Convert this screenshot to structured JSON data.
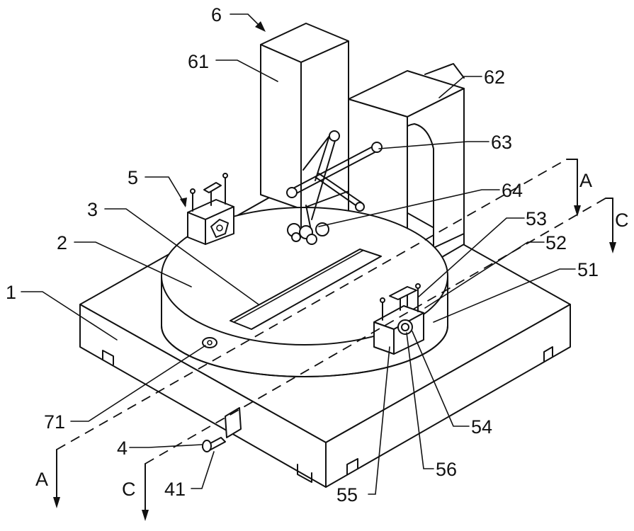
{
  "labels": {
    "l1": "1",
    "l2": "2",
    "l3": "3",
    "l4": "4",
    "l41": "41",
    "l5": "5",
    "l51": "51",
    "l52": "52",
    "l53": "53",
    "l54": "54",
    "l55": "55",
    "l56": "56",
    "l6": "6",
    "l61": "61",
    "l62": "62",
    "l63": "63",
    "l64": "64",
    "l71": "71"
  },
  "section_marks": {
    "a_top": "A",
    "a_bottom": "A",
    "c_top": "C",
    "c_bottom": "C"
  }
}
